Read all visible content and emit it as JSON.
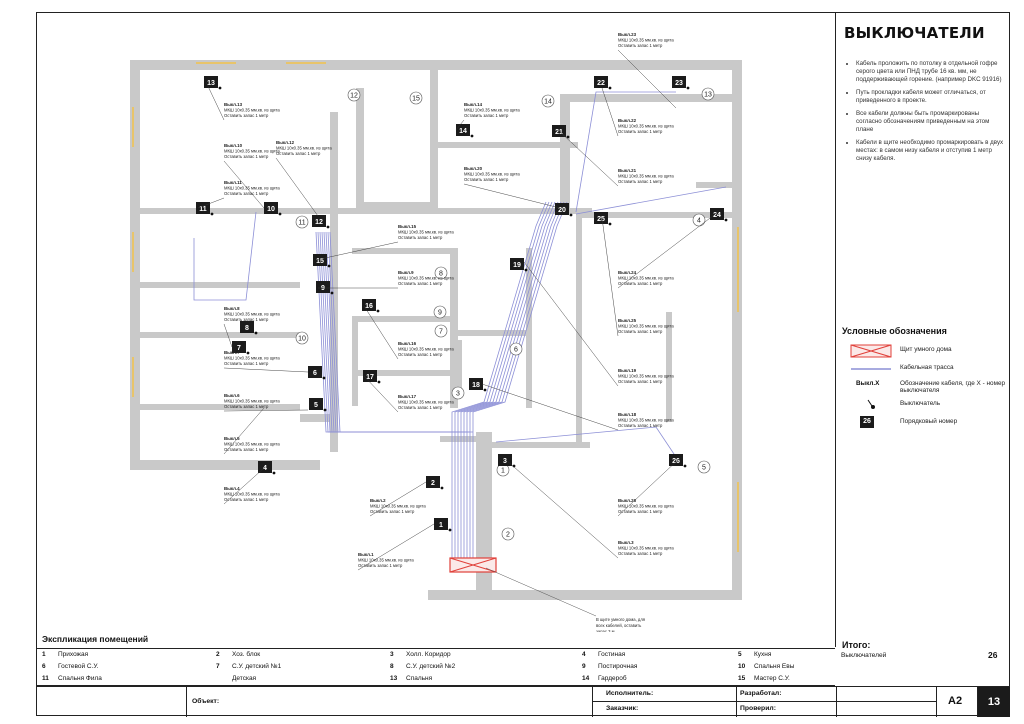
{
  "side": {
    "title": "ВЫКЛЮЧАТЕЛИ",
    "notes": [
      "Кабель проложить по потолку в отдельной гофре серого цвета или ПНД трубе 16 кв. мм, не поддерживающей горение. (например DKC 91916)",
      "Путь прокладки кабеля может отличаться, от приведенного в проекте.",
      "Все кабели должны быть промаркированы согласно обозначениям приведенным на этом плане",
      "Кабели в щите необходимо промаркировать в двух местах: в самом низу кабеля и отступив 1 метр снизу кабеля."
    ],
    "legend_title": "Условные обозначения",
    "legend": [
      "Щит умного дома",
      "Кабельная трасса",
      "Обозначение кабеля, где X - номер выключателя",
      "Выключатель",
      "Порядковый номер"
    ],
    "legend_cable_label": "Выкл.X",
    "legend_number": "26",
    "total_title": "Итого:",
    "total_label": "Выключателей",
    "total_value": "26"
  },
  "explication": {
    "title": "Экспликация помещений",
    "rows": [
      [
        [
          "1",
          "Прихожая"
        ],
        [
          "2",
          "Хоз. блок"
        ],
        [
          "3",
          "Холл. Коридор"
        ],
        [
          "4",
          "Гостиная"
        ],
        [
          "5",
          "Кухня"
        ]
      ],
      [
        [
          "6",
          "Гостевой С.У."
        ],
        [
          "7",
          "С.У. детский №1"
        ],
        [
          "8",
          "С.У. детский №2"
        ],
        [
          "9",
          "Постирочная"
        ],
        [
          "10",
          "Спальня Евы"
        ]
      ],
      [
        [
          "11",
          "Спальня Фила"
        ],
        [
          "",
          "Детская"
        ],
        [
          "13",
          "Спальня"
        ],
        [
          "14",
          "Гардероб"
        ],
        [
          "15",
          "Мастер С.У."
        ]
      ]
    ]
  },
  "stamp": {
    "object_label": "Объект:",
    "executor_label": "Исполнитель:",
    "customer_label": "Заказчик:",
    "developed_label": "Разработал:",
    "checked_label": "Проверил:",
    "format": "A2",
    "sheet": "13"
  },
  "plan": {
    "cable_text": "МКШ 10x0.35 мм.кв. из щита",
    "reserve_text": "Оставить запас 1 метр",
    "panel_note": [
      "В щите умного дома, для",
      "всех кабелей, оставить",
      "запас 3 м."
    ],
    "rooms": [
      "1",
      "2",
      "3",
      "4",
      "5",
      "6",
      "7",
      "8",
      "9",
      "10",
      "11",
      "12",
      "13",
      "14",
      "15"
    ],
    "switch_labels": [
      "Выкл.1",
      "Выкл.2",
      "Выкл.3",
      "Выкл.4",
      "Выкл.5",
      "Выкл.6",
      "Выкл.7",
      "Выкл.8",
      "Выкл.9",
      "Выкл.10",
      "Выкл.11",
      "Выкл.12",
      "Выкл.13",
      "Выкл.14",
      "Выкл.15",
      "Выкл.16",
      "Выкл.17",
      "Выкл.18",
      "Выкл.19",
      "Выкл.20",
      "Выкл.21",
      "Выкл.22",
      "Выкл.23",
      "Выкл.24",
      "Выкл.25",
      "Выкл.26"
    ],
    "badges": [
      "1",
      "2",
      "3",
      "4",
      "5",
      "6",
      "7",
      "8",
      "9",
      "10",
      "11",
      "12",
      "13",
      "14",
      "15",
      "16",
      "17",
      "18",
      "19",
      "20",
      "21",
      "22",
      "23",
      "24",
      "25",
      "26"
    ],
    "colors": {
      "wall": "#c9c9c9",
      "route": "#8c8fd6",
      "panel": "#e0403a",
      "badge": "#1b1b1b"
    }
  }
}
